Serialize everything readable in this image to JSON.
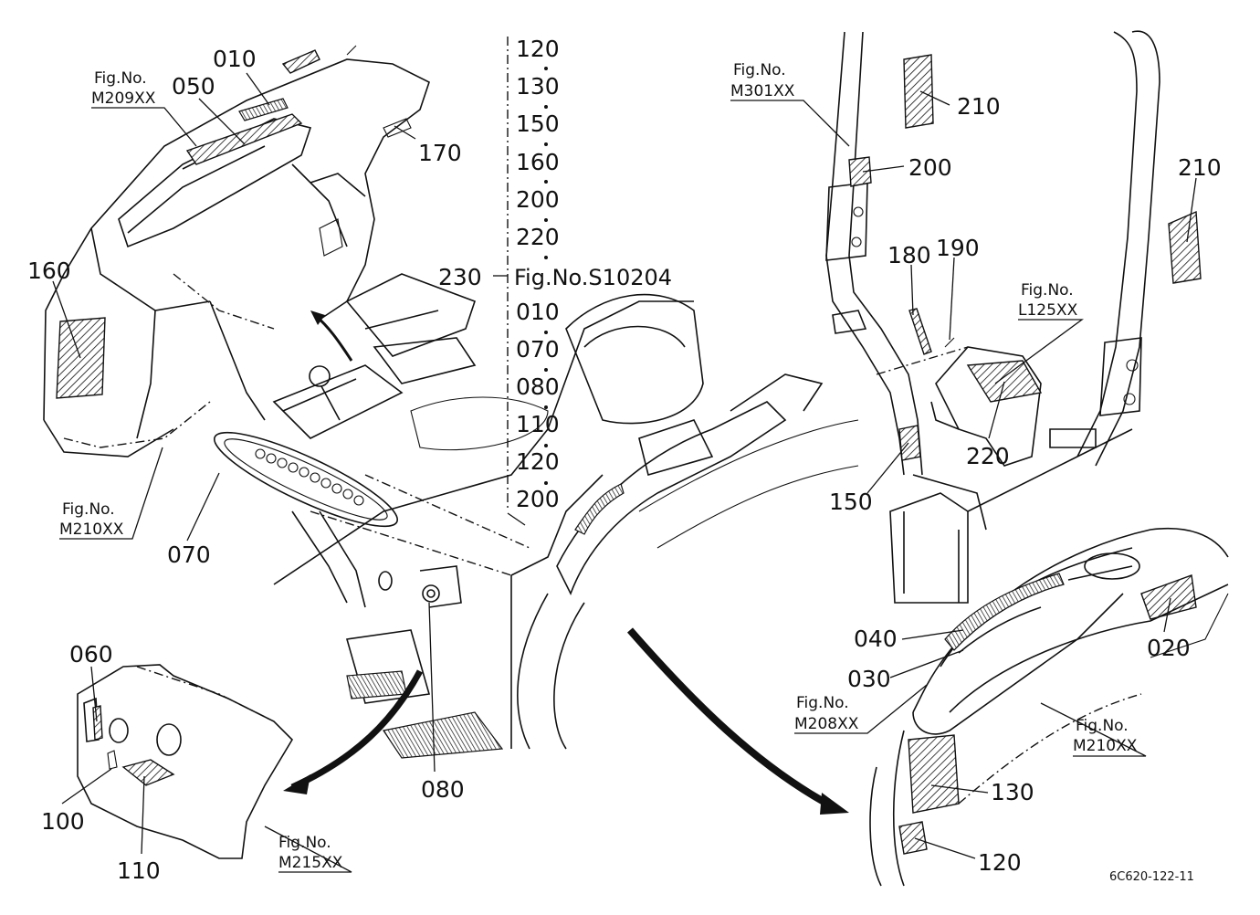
{
  "labels": {
    "l010": "010",
    "l050": "050",
    "l170": "170",
    "l160": "160",
    "l070": "070",
    "l060": "060",
    "l100": "100",
    "l110": "110",
    "l080": "080",
    "l210a": "210",
    "l200": "200",
    "l210b": "210",
    "l180": "180",
    "l190": "190",
    "l220": "220",
    "l150": "150",
    "l040": "040",
    "l030": "030",
    "l020": "020",
    "l130": "130",
    "l120": "120",
    "l230": "230"
  },
  "figrefs": {
    "m209": {
      "line1": "Fig.No.",
      "line2": "M209XX"
    },
    "m210a": {
      "line1": "Fig.No.",
      "line2": "M210XX"
    },
    "m215": {
      "line1": "Fig.No.",
      "line2": "M215XX"
    },
    "m301": {
      "line1": "Fig.No.",
      "line2": "M301XX"
    },
    "l125": {
      "line1": "Fig.No.",
      "line2": "L125XX"
    },
    "m208": {
      "line1": "Fig.No.",
      "line2": "M208XX"
    },
    "m210b": {
      "line1": "Fig.No.",
      "line2": "M210XX"
    }
  },
  "reference_list": {
    "items_top": [
      "120",
      "130",
      "150",
      "160",
      "200",
      "220"
    ],
    "fig_label": "Fig.No.S10204",
    "items_bottom": [
      "010",
      "070",
      "080",
      "110",
      "120",
      "200"
    ]
  },
  "drawing_code": "6C620-122-11"
}
